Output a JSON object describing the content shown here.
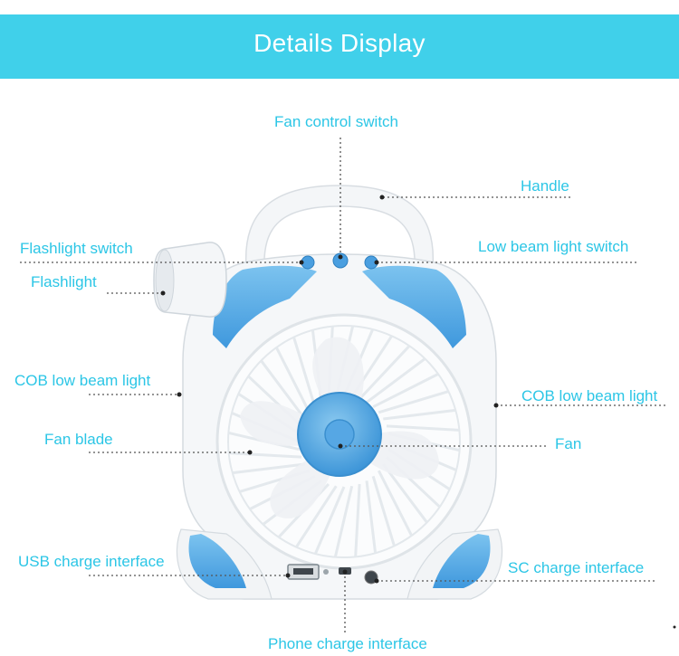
{
  "header": {
    "title": "Details Display"
  },
  "callouts": {
    "fan_control_switch": "Fan control switch",
    "handle": "Handle",
    "flashlight_switch": "Flashlight switch",
    "low_beam_light_switch": "Low beam light switch",
    "flashlight": "Flashlight",
    "cob_low_beam_light_left": "COB low beam light",
    "cob_low_beam_light_right": "COB low beam light",
    "fan_blade": "Fan blade",
    "fan": "Fan",
    "usb_charge_interface": "USB charge interface",
    "sc_charge_interface": "SC charge interface",
    "phone_charge_interface": "Phone charge interface"
  },
  "colors": {
    "banner": "#40d0ea",
    "label_text": "#2cc6e6",
    "body_accent": "#5aaee8",
    "body_shell": "#f5f7f9",
    "leader_line": "#555555"
  }
}
